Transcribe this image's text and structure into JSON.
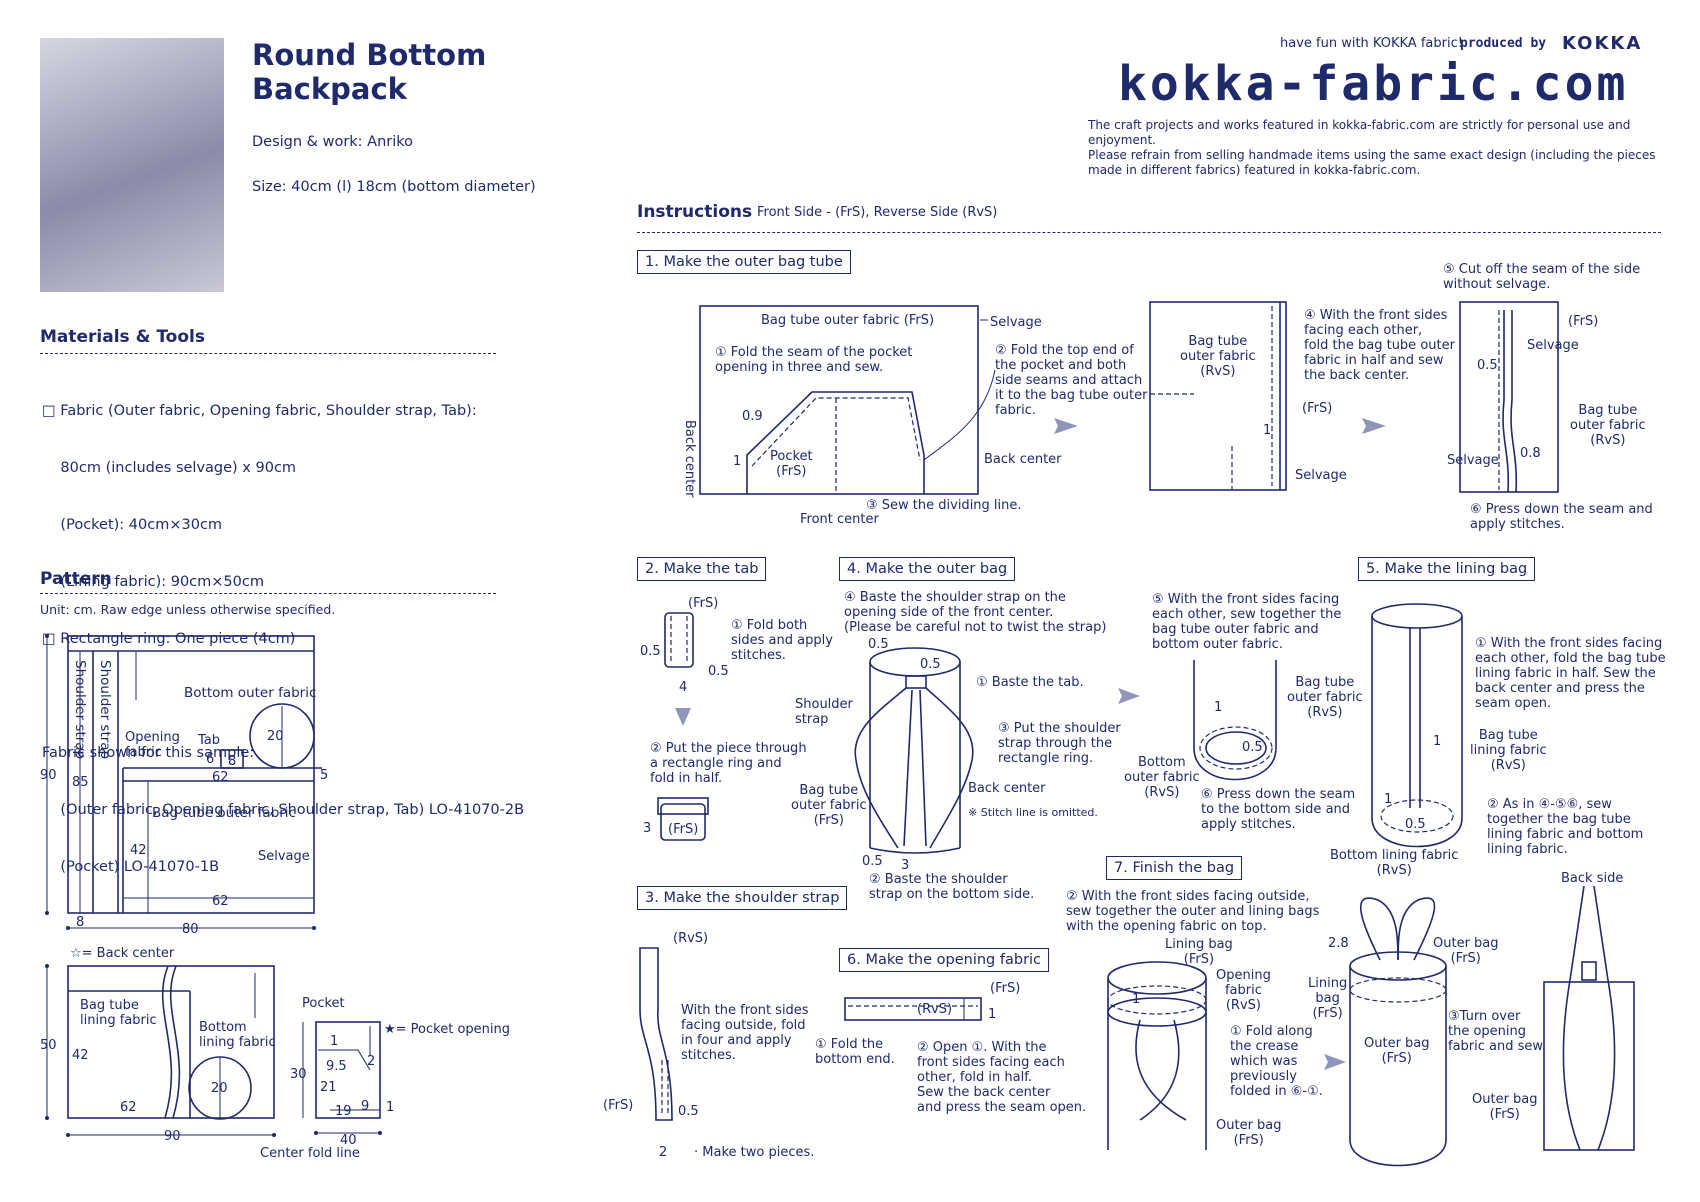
{
  "header": {
    "title": "Round Bottom\nBackpack",
    "design": "Design & work: Anriko",
    "size": "Size: 40cm (l)  18cm (bottom diameter)",
    "tagline": "have fun with KOKKA fabric!",
    "produced": "produced by",
    "brand": "KOKKA",
    "site": "kokka-fabric.com",
    "disclaimer": "The craft projects and works featured in kokka-fabric.com are strictly for personal use and enjoyment.\nPlease refrain from selling handmade items using the same exact design (including the pieces\nmade in different fabrics) featured in kokka-fabric.com."
  },
  "materials": {
    "title": "Materials & Tools",
    "items": [
      "□ Fabric (Outer fabric, Opening fabric, Shoulder strap, Tab):",
      "    80cm (includes selvage) x 90cm",
      "    (Pocket): 40cm×30cm",
      "    (Lining fabric): 90cm×50cm",
      "□ Rectangle ring: One piece (4cm)"
    ],
    "sample_title": "Fabric shown for this sample:",
    "sample_items": [
      "    (Outer fabric, Opening fabric, Shoulder strap, Tab) LO-41070-2B",
      "    (Pocket) LO-41070-1B"
    ]
  },
  "pattern": {
    "title": "Pattern",
    "unit": "Unit: cm.  Raw edge unless otherwise specified.",
    "labels": {
      "shoulder_strap": "Shoulder strap",
      "bottom_outer": "Bottom outer fabric",
      "opening": "Opening\nfabric",
      "tab": "Tab",
      "bag_tube_outer": "Bag tube outer fabric",
      "selvage": "Selvage",
      "back_center_legend": "☆= Back center",
      "bag_tube_lining": "Bag tube\nlining fabric",
      "bottom_lining": "Bottom\nlining fabric",
      "pocket": "Pocket",
      "pocket_opening_legend": "★= Pocket opening",
      "center_fold": "Center fold line"
    },
    "dims": {
      "d90": "90",
      "d85": "85",
      "d20": "20",
      "d6": "6",
      "d8": "8",
      "d62": "62",
      "d5": "5",
      "d42": "42",
      "d62b": "62",
      "d8b": "8",
      "d80": "80",
      "d50": "50",
      "d42b": "42",
      "d62c": "62",
      "d20b": "20",
      "d90b": "90",
      "d30": "30",
      "d1": "1",
      "d9_5": "9.5",
      "d2": "2",
      "d21": "21",
      "d19": "19",
      "d9": "9",
      "d1b": "1",
      "d40": "40"
    }
  },
  "instructions": {
    "title": "Instructions",
    "legend": "Front Side - (FrS), Reverse Side (RvS)",
    "step1": {
      "title": "1. Make the outer bag tube",
      "fabric": "Bag tube outer fabric (FrS)",
      "selvage": "Selvage",
      "a": "① Fold the seam of the pocket\nopening in three and sew.",
      "b": "② Fold the top end of\nthe pocket and both\nside seams and attach\nit to the bag tube outer\nfabric.",
      "d09": "0.9",
      "back_center": "Back center",
      "d1": "1",
      "pocket": "Pocket\n(FrS)",
      "back_center2": "Back center",
      "c": "③ Sew the dividing line.",
      "front_center": "Front center",
      "tube_rvs": "Bag tube\nouter fabric\n(RvS)",
      "frs": "(FrS)",
      "d1b": "1",
      "selvage2": "Selvage",
      "d": "④ With the front sides\nfacing each other,\nfold the bag tube outer\nfabric in half and sew\nthe back center.",
      "e": "⑤ Cut off the seam of the side\nwithout selvage.",
      "frs2": "(FrS)",
      "selvage3": "Selvage",
      "d05": "0.5",
      "tube_rvs2": "Bag tube\nouter fabric\n(RvS)",
      "selvage4": "Selvage",
      "d08": "0.8",
      "f": "⑥ Press down the seam and\napply stitches."
    },
    "step2": {
      "title": "2. Make the tab",
      "frs": "(FrS)",
      "a": "① Fold both\nsides and apply\nstitches.",
      "d05": "0.5",
      "d05b": "0.5",
      "d4": "4",
      "b": "② Put the piece through\na rectangle ring and\nfold in half.",
      "d3": "3",
      "frs2": "(FrS)"
    },
    "step3": {
      "title": "3. Make the shoulder strap",
      "rvs": "(RvS)",
      "a": "With the front sides\nfacing outside, fold\nin four and apply\nstitches.",
      "frs": "(FrS)",
      "d05": "0.5",
      "d2": "2",
      "note": "· Make two pieces."
    },
    "step4": {
      "title": "4. Make the outer bag",
      "d": "④ Baste the shoulder strap on the\nopening side of the front center.\n(Please be careful not to twist the strap)",
      "d05a": "0.5",
      "d05b": "0.5",
      "a": "① Baste the tab.",
      "strap": "Shoulder\nstrap",
      "c": "③  Put the shoulder\nstrap through the\nrectangle ring.",
      "tube": "Bag tube\nouter fabric\n(FrS)",
      "back_center": "Back center",
      "omitted": "※ Stitch line is omitted.",
      "d05c": "0.5",
      "d3": "3",
      "b": "② Baste the shoulder\nstrap on the bottom side."
    },
    "step4b": {
      "e": "⑤ With the front sides facing\neach other, sew together the\nbag tube outer fabric and\nbottom outer fabric.",
      "tube": "Bag tube\nouter fabric\n(RvS)",
      "d1": "1",
      "d05": "0.5",
      "bottom": "Bottom\nouter fabric\n(RvS)",
      "f": "⑥ Press down the seam\nto the bottom side and\napply stitches."
    },
    "step5": {
      "title": "5. Make the lining bag",
      "a": "① With the front sides facing\neach other, fold the bag tube\nlining fabric in half. Sew the\nback center and press the\nseam open.",
      "tube": "Bag tube\nlining fabric\n(RvS)",
      "d1": "1",
      "d1b": "1",
      "d05": "0.5",
      "b": "② As in ④-⑤⑥, sew\ntogether the bag tube\nlining fabric and bottom\nlining fabric.",
      "bottom": "Bottom lining fabric\n(RvS)"
    },
    "step6": {
      "title": "6. Make the opening fabric",
      "frs": "(FrS)",
      "rvs": "(RvS)",
      "d1": "1",
      "a": "① Fold the\nbottom end.",
      "b": "② Open ①. With the\nfront sides facing each\nother, fold in half.\nSew the back center\nand press the seam open."
    },
    "step7": {
      "title": "7. Finish the bag",
      "b": "② With the front sides facing outside,\nsew together the outer and lining bags\nwith the opening fabric on top.",
      "lining": "Lining bag\n(FrS)",
      "opening": "Opening\nfabric\n(RvS)",
      "d1": "1",
      "a": "① Fold along\nthe crease\nwhich was\npreviously\nfolded in ⑥-①.",
      "outer": "Outer bag\n(FrS)",
      "d28": "2.8",
      "lining2": "Lining\nbag\n(FrS)",
      "outer2": "Outer bag\n(FrS)",
      "outer3": "Outer bag\n(FrS)",
      "c": "③Turn over\nthe opening\nfabric and sew.",
      "back_side": "Back side",
      "outer4": "Outer bag\n(FrS)"
    }
  }
}
